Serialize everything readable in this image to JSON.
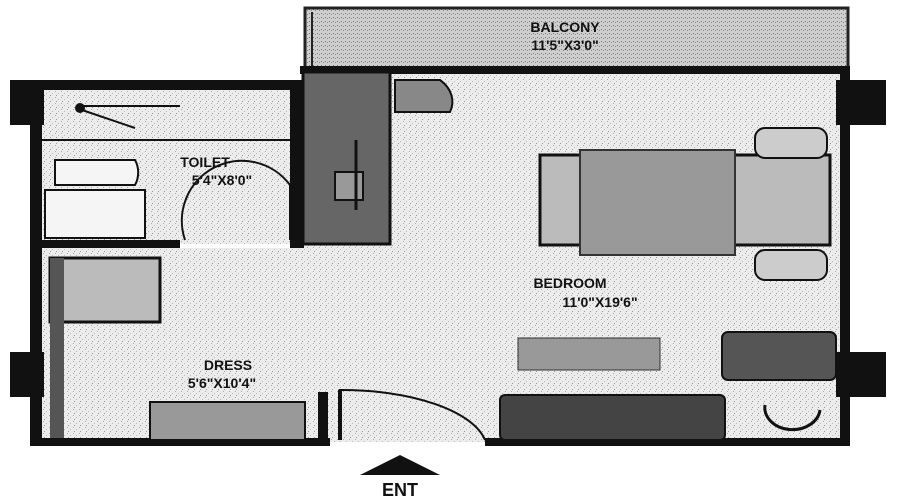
{
  "rooms": {
    "balcony": {
      "name": "BALCONY",
      "size": "11'5\"X3'0\""
    },
    "toilet": {
      "name": "TOILET",
      "size": "5'4\"X8'0\""
    },
    "bedroom": {
      "name": "BEDROOM",
      "size": "11'0\"X19'6\""
    },
    "dress": {
      "name": "DRESS",
      "size": "5'6\"X10'4\""
    }
  },
  "entrance": {
    "label": "ENT"
  },
  "colors": {
    "wall": "#111111",
    "floor": "#e6e6e6",
    "furniture": "#888888",
    "dark_furniture": "#444444"
  }
}
